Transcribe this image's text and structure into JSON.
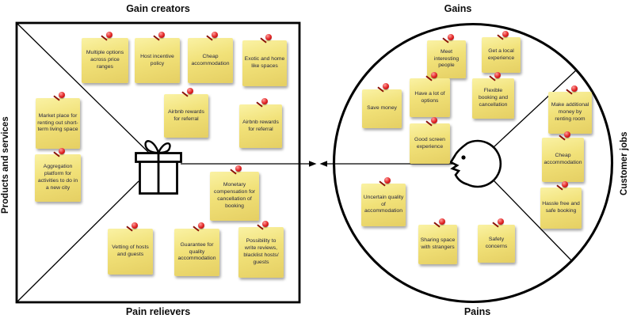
{
  "labels": {
    "gain_creators": "Gain creators",
    "gains": "Gains",
    "pain_relievers": "Pain relievers",
    "pains": "Pains",
    "products_services": "Products and services",
    "customer_jobs": "Customer jobs"
  },
  "notes": {
    "gain_creators": [
      "Multiple options across price ranges",
      "Host incentive policy",
      "Cheap accommodation",
      "Exotic and home like spaces",
      "Airbnb rewards for referral",
      "Airbnb rewards for referral"
    ],
    "products_services": [
      "Market place for renting out short-term living space",
      "Aggregation platform for activities to do in a new city"
    ],
    "pain_relievers": [
      "Monetary compensation for cancellation of booking",
      "Vetting of hosts and guests",
      "Guarantee for quality accommodation",
      "Possibility to write reviews, blacklist hosts/ guests"
    ],
    "gains": [
      "Meet interesting people",
      "Get a local experience",
      "Save money",
      "Have a lot of options",
      "Flexible booking and cancellation",
      "Good screen experience"
    ],
    "customer_jobs": [
      "Make additional money by renting room",
      "Cheap accommodation",
      "Hassle free and safe booking"
    ],
    "pains": [
      "Uncertain quality of accommodation",
      "Sharing space with strangers",
      "Safety concerns"
    ]
  },
  "icons": {
    "gift_box": "gift-box-icon",
    "customer_face": "customer-face-icon",
    "pushpin": "pushpin-icon"
  },
  "colors": {
    "note_top": "#faf2a4",
    "note_bottom": "#e5cf63",
    "pin_red": "#e02020",
    "line": "#000000",
    "note_text": "#262640"
  }
}
